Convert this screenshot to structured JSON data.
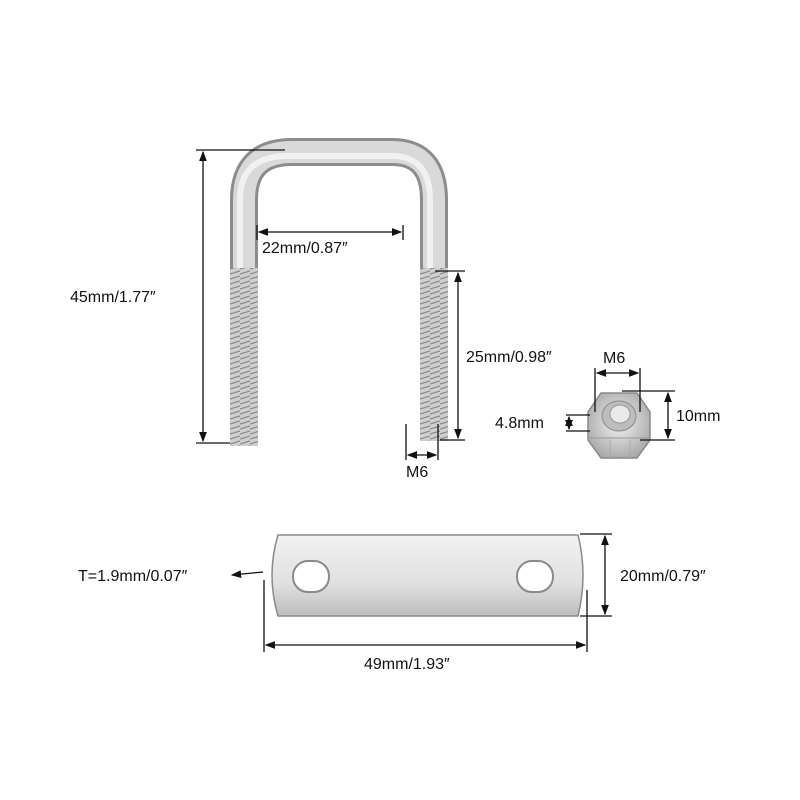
{
  "ubolt": {
    "height_label": "45mm/1.77″",
    "inner_width_label": "22mm/0.87″",
    "thread_length_label": "25mm/0.98″",
    "thread_size_label": "M6"
  },
  "nut": {
    "thread_label": "M6",
    "thickness_label": "4.8mm",
    "width_label": "10mm"
  },
  "plate": {
    "thickness_label": "T=1.9mm/0.07″",
    "height_label": "20mm/0.79″",
    "length_label": "49mm/1.93″"
  },
  "colors": {
    "metal_light": "#e4e4e4",
    "metal_mid": "#c2c2c2",
    "metal_dark": "#8e8e8e",
    "line": "#111111"
  }
}
